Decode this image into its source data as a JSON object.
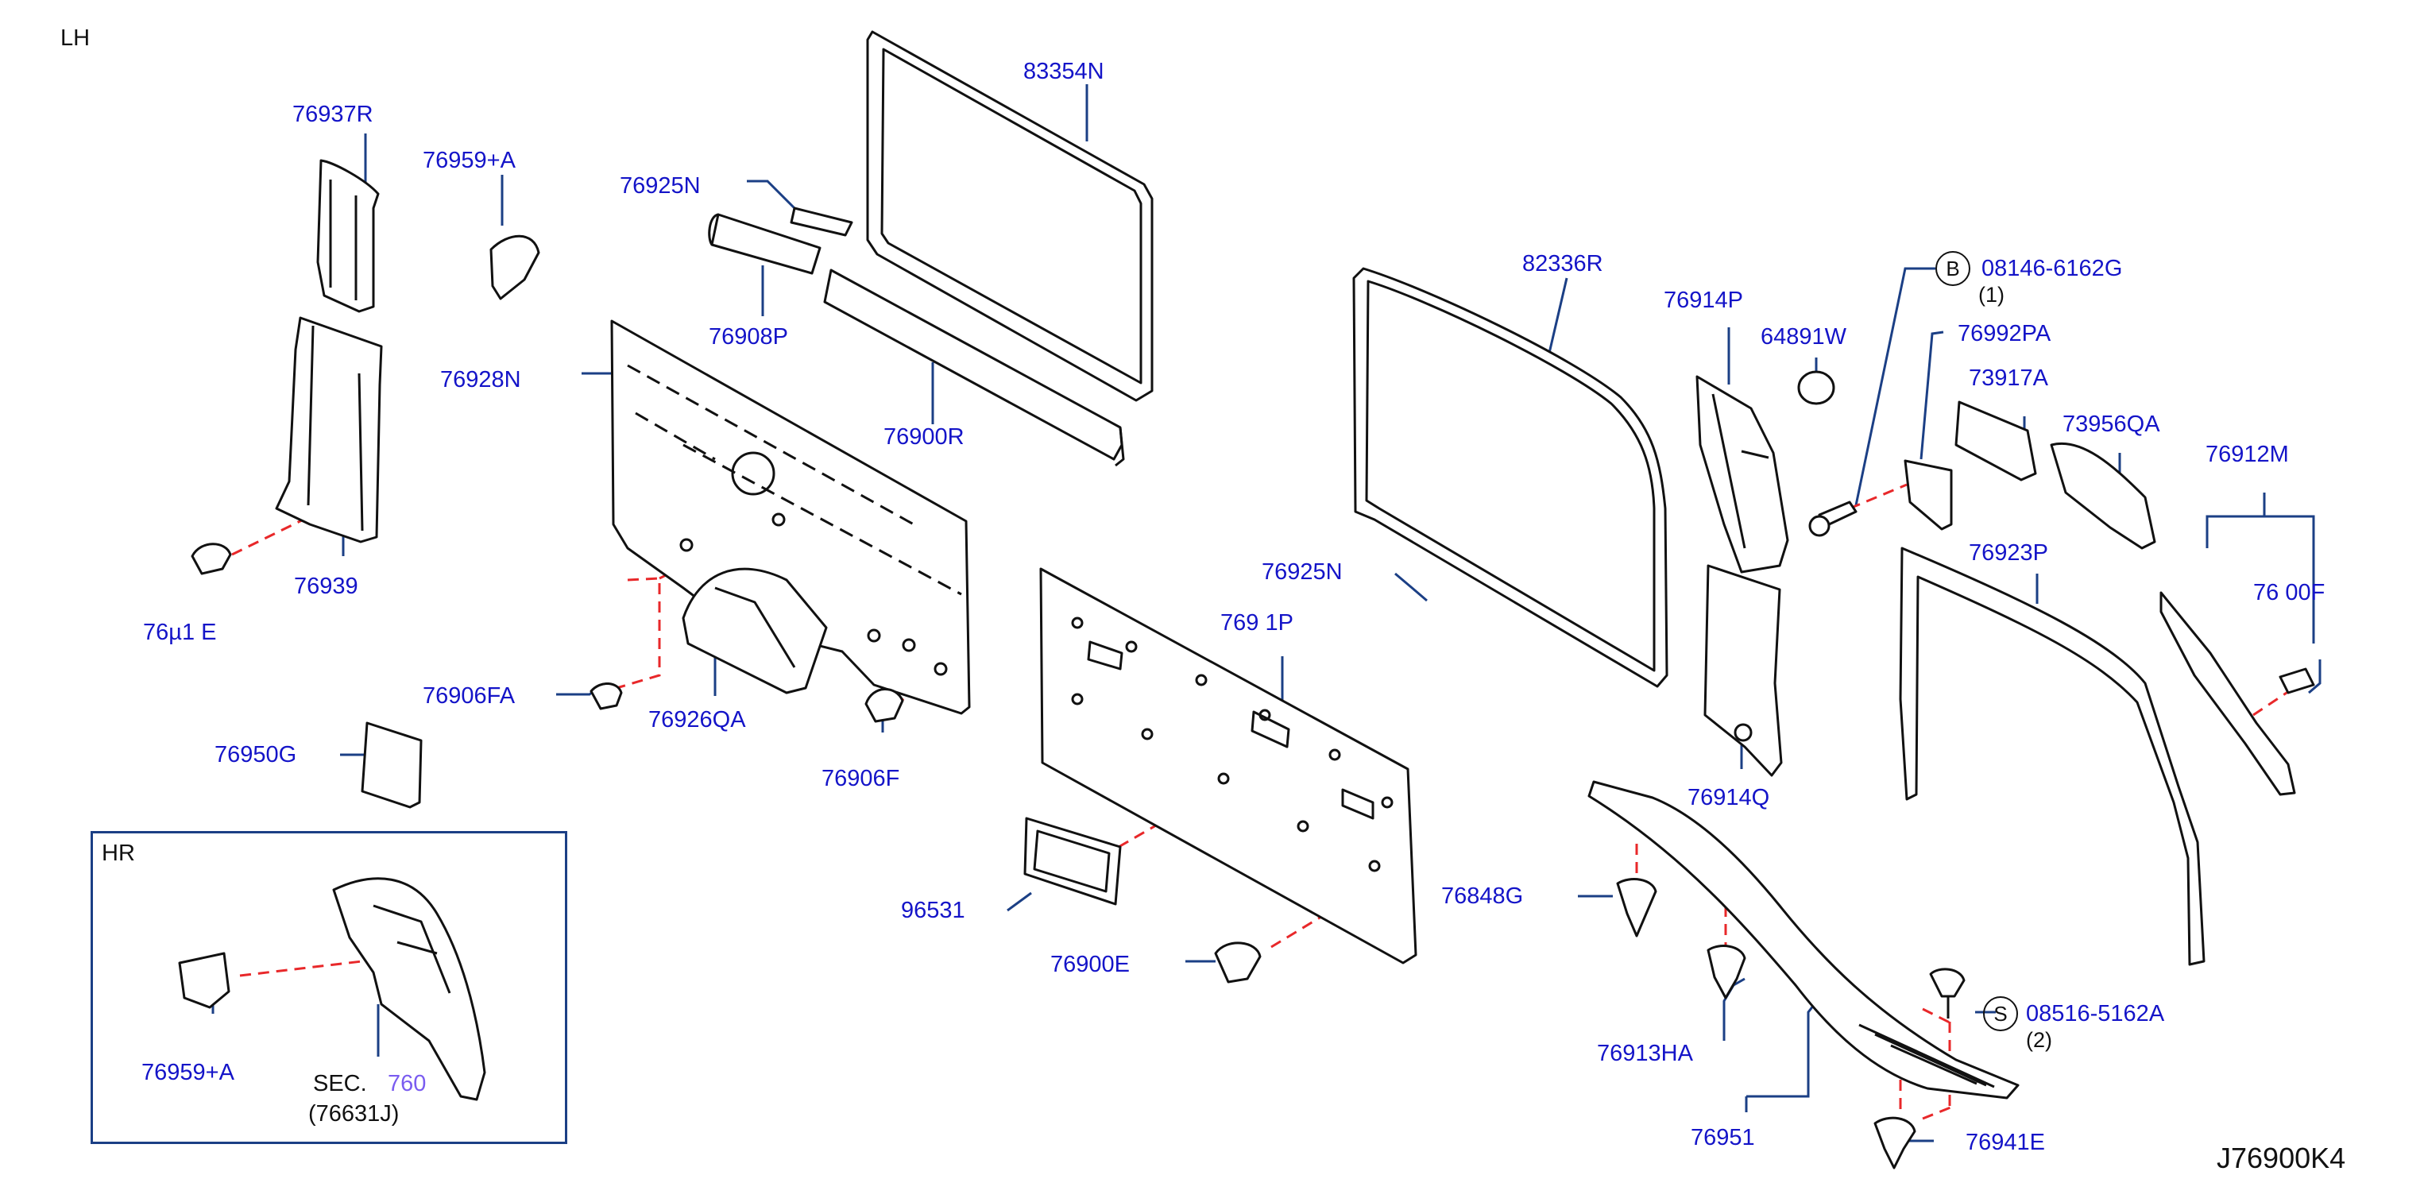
{
  "diagram": {
    "side_label": "LH",
    "inset_label": "HR",
    "diagram_code": "J76900K4",
    "colors": {
      "label": "#1414c8",
      "leader": "#1b3f85",
      "hidden_line": "#e8282a",
      "part_outline": "#111111"
    },
    "parts": {
      "p76937R": "76937R",
      "p76959A": "76959+A",
      "p76925N_top": "76925N",
      "p83354N": "83354N",
      "p76908P": "76908P",
      "p76928N": "76928N",
      "p76900R": "76900R",
      "p76939": "76939",
      "p76911E": "76µ1  E",
      "p76906FA": "76906FA",
      "p76926QA": "76926QA",
      "p76906F": "76906F",
      "p76950G": "76950G",
      "p82336R": "82336R",
      "p76914P": "76914P",
      "p64891W": "64891W",
      "p08146": "08146-6162G",
      "p08146_qty": "(1)",
      "p76992PA": "76992PA",
      "p73917A": "73917A",
      "p73956QA": "73956QA",
      "p76912M": "76912M",
      "p76925N_mid": "76925N",
      "p76911P": "769 1P",
      "p76923P": "76923P",
      "p76900F": "76 00F",
      "p76914Q": "76914Q",
      "p96531": "96531",
      "p76848G": "76848G",
      "p76900E": "76900E",
      "p08516": "08516-5162A",
      "p08516_qty": "(2)",
      "p76913HA": "76913HA",
      "p76951": "76951",
      "p76941E": "76941E",
      "inset_76959A": "76959+A",
      "inset_sec": "SEC.",
      "inset_sec_num": "760",
      "inset_sec_part": "(76631J)",
      "circle_B": "B",
      "circle_S": "S"
    }
  }
}
